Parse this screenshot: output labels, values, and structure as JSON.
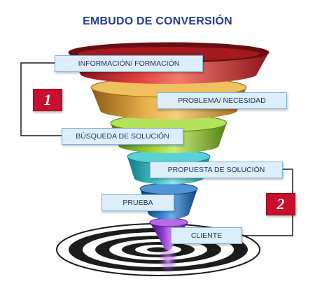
{
  "title": "EMBUDO DE CONVERSIÓN",
  "stages": [
    {
      "label": "INFORMACIÓN/ FORMACIÓN",
      "color": "#c8202a"
    },
    {
      "label": "PROBLEMA/ NECESIDAD",
      "color": "#d89a2a"
    },
    {
      "label": "BÚSQUEDA DE SOLUCIÓN",
      "color": "#8cc02c"
    },
    {
      "label": "PROPUESTA DE SOLUCIÓN",
      "color": "#2bb3b8"
    },
    {
      "label": "PRUEBA",
      "color": "#1f6fb8"
    },
    {
      "label": "CLIENTE",
      "color": "#7a2cc0"
    }
  ],
  "groups": [
    {
      "number": "1"
    },
    {
      "number": "2"
    }
  ],
  "colors": {
    "title": "#1f3f8c",
    "label_bg": "#dceefb",
    "label_border": "#7fb3dd",
    "badge": "#c8102e"
  }
}
